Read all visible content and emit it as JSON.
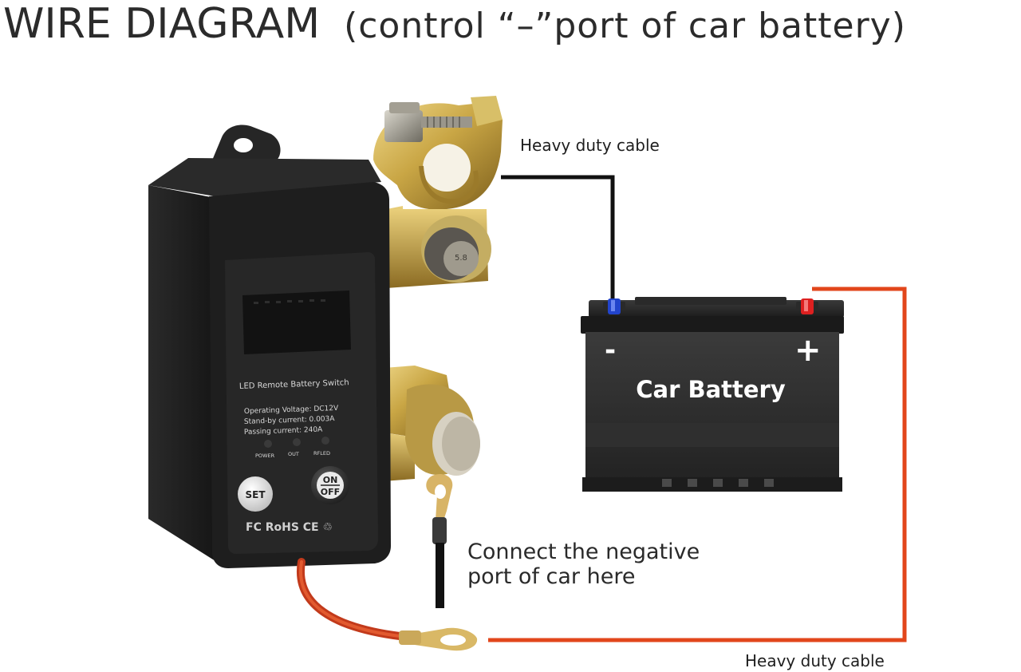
{
  "title": {
    "main": "WIRE DIAGRAM",
    "sub": "(control “–”port of car battery)"
  },
  "labels": {
    "top_cable": "Heavy duty cable",
    "bottom_cable": "Heavy duty cable",
    "connect_line1": "Connect the negative",
    "connect_line2": "port of car here"
  },
  "battery": {
    "name": "Car Battery",
    "negative_symbol": "-",
    "positive_symbol": "+"
  },
  "device": {
    "panel_title": "LED Remote Battery Switch",
    "spec_voltage": "Operating Voltage:  DC12V",
    "spec_standby": "Stand-by current:  0.003A",
    "spec_passing": "Passing current:  240A",
    "led_power": "POWER",
    "led_out": "OUT",
    "led_rfled": "RFLED",
    "set_button": "SET",
    "on_label": "ON",
    "off_label": "OFF",
    "certifications": "FC RoHS CE ♲"
  },
  "colors": {
    "negative_wire": "#111111",
    "positive_wire": "#e2461b",
    "device_body": "#1b1b1b",
    "brass": "#c9a645",
    "battery_body": "#2b2b2b",
    "negative_terminal": "#2244cc",
    "positive_terminal": "#dd2020"
  }
}
